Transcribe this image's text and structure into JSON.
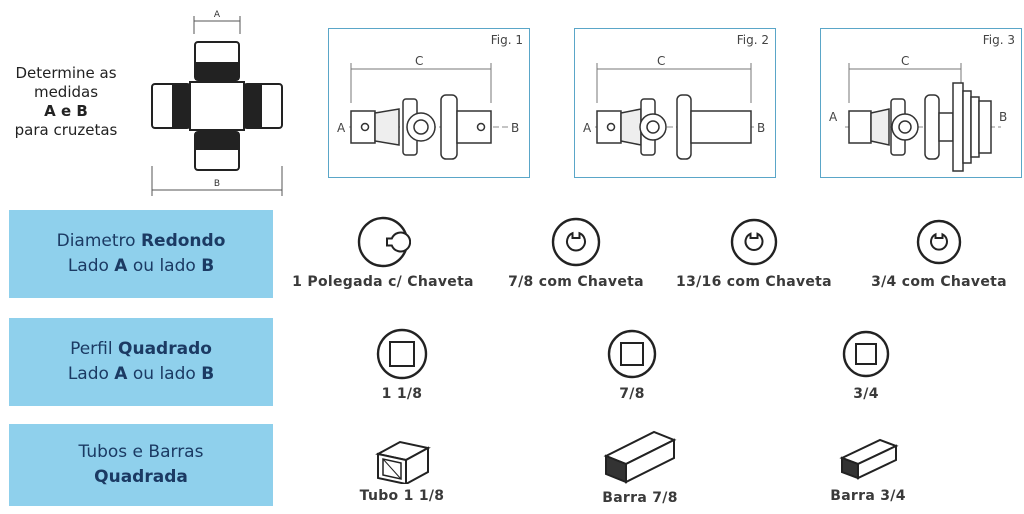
{
  "intro": {
    "line1": "Determine as",
    "line2": "medidas",
    "line3": "A e B",
    "line4": "para cruzetas"
  },
  "cross": {
    "dim_a": "A",
    "dim_b": "B"
  },
  "figures": [
    {
      "label": "Fig. 1",
      "dim_c": "C",
      "end_a": "A",
      "end_b": "B"
    },
    {
      "label": "Fig. 2",
      "dim_c": "C",
      "end_a": "A",
      "end_b": "B"
    },
    {
      "label": "Fig. 3",
      "dim_c": "C",
      "end_a": "A",
      "end_b": "B"
    }
  ],
  "sections": {
    "round": {
      "title_part1": "Diametro ",
      "title_bold": "Redondo",
      "subtitle_part1": "Lado ",
      "subtitle_a": "A",
      "subtitle_mid": " ou lado ",
      "subtitle_b": "B",
      "items": [
        "1 Polegada c/ Chaveta",
        "7/8 com Chaveta",
        "13/16 com Chaveta",
        "3/4 com Chaveta"
      ]
    },
    "square": {
      "title_part1": "Perfil ",
      "title_bold": "Quadrado",
      "subtitle_part1": "Lado ",
      "subtitle_a": "A",
      "subtitle_mid": " ou lado ",
      "subtitle_b": "B",
      "items": [
        "1 1/8",
        "7/8",
        "3/4"
      ]
    },
    "tubes": {
      "title_line1": "Tubos e Barras",
      "title_bold": "Quadrada",
      "items": [
        "Tubo 1 1/8",
        "Barra 7/8",
        "Barra 3/4"
      ]
    }
  },
  "colors": {
    "panel_bg": "#8fd0ec",
    "panel_text": "#1b3a63",
    "figure_border": "#5aa6c8"
  }
}
